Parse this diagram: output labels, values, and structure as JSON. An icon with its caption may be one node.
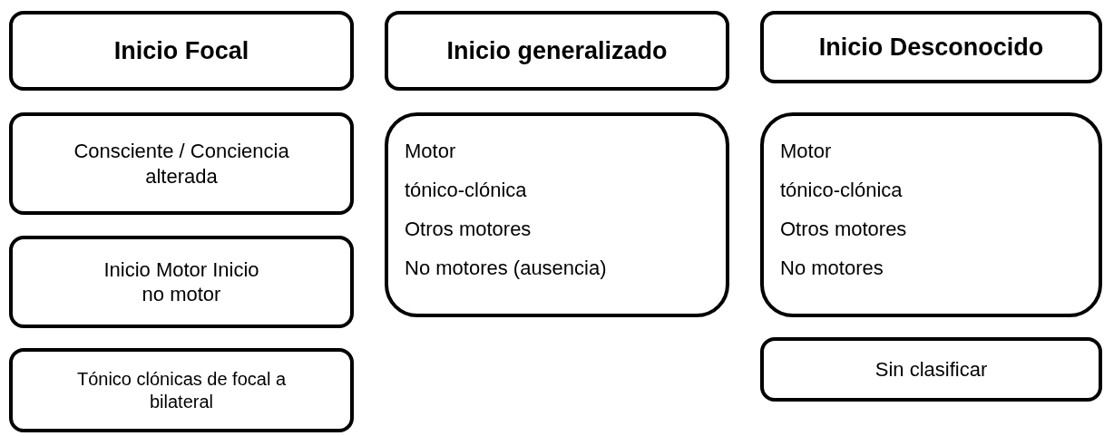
{
  "diagram": {
    "nodes": [
      {
        "text": [
          "Inicio Focal"
        ]
      },
      {
        "text": [
          "Consciente / Conciencia alterada"
        ]
      },
      {
        "text": [
          "Inicio Motor Inicio no motor"
        ]
      },
      {
        "text": [
          "Tónico clónicas de focal a bilateral"
        ]
      },
      {
        "text": [
          "Inicio generalizado"
        ]
      },
      {
        "text": [
          "Motor",
          "tónico-clónica",
          "Otros motores",
          "No motores (ausencia)"
        ]
      },
      {
        "text": [
          "Inicio Desconocido"
        ]
      },
      {
        "text": [
          "Motor",
          "tónico-clónica",
          "Otros motores",
          "No motores"
        ]
      },
      {
        "text": [
          "Sin clasificar"
        ]
      }
    ]
  }
}
